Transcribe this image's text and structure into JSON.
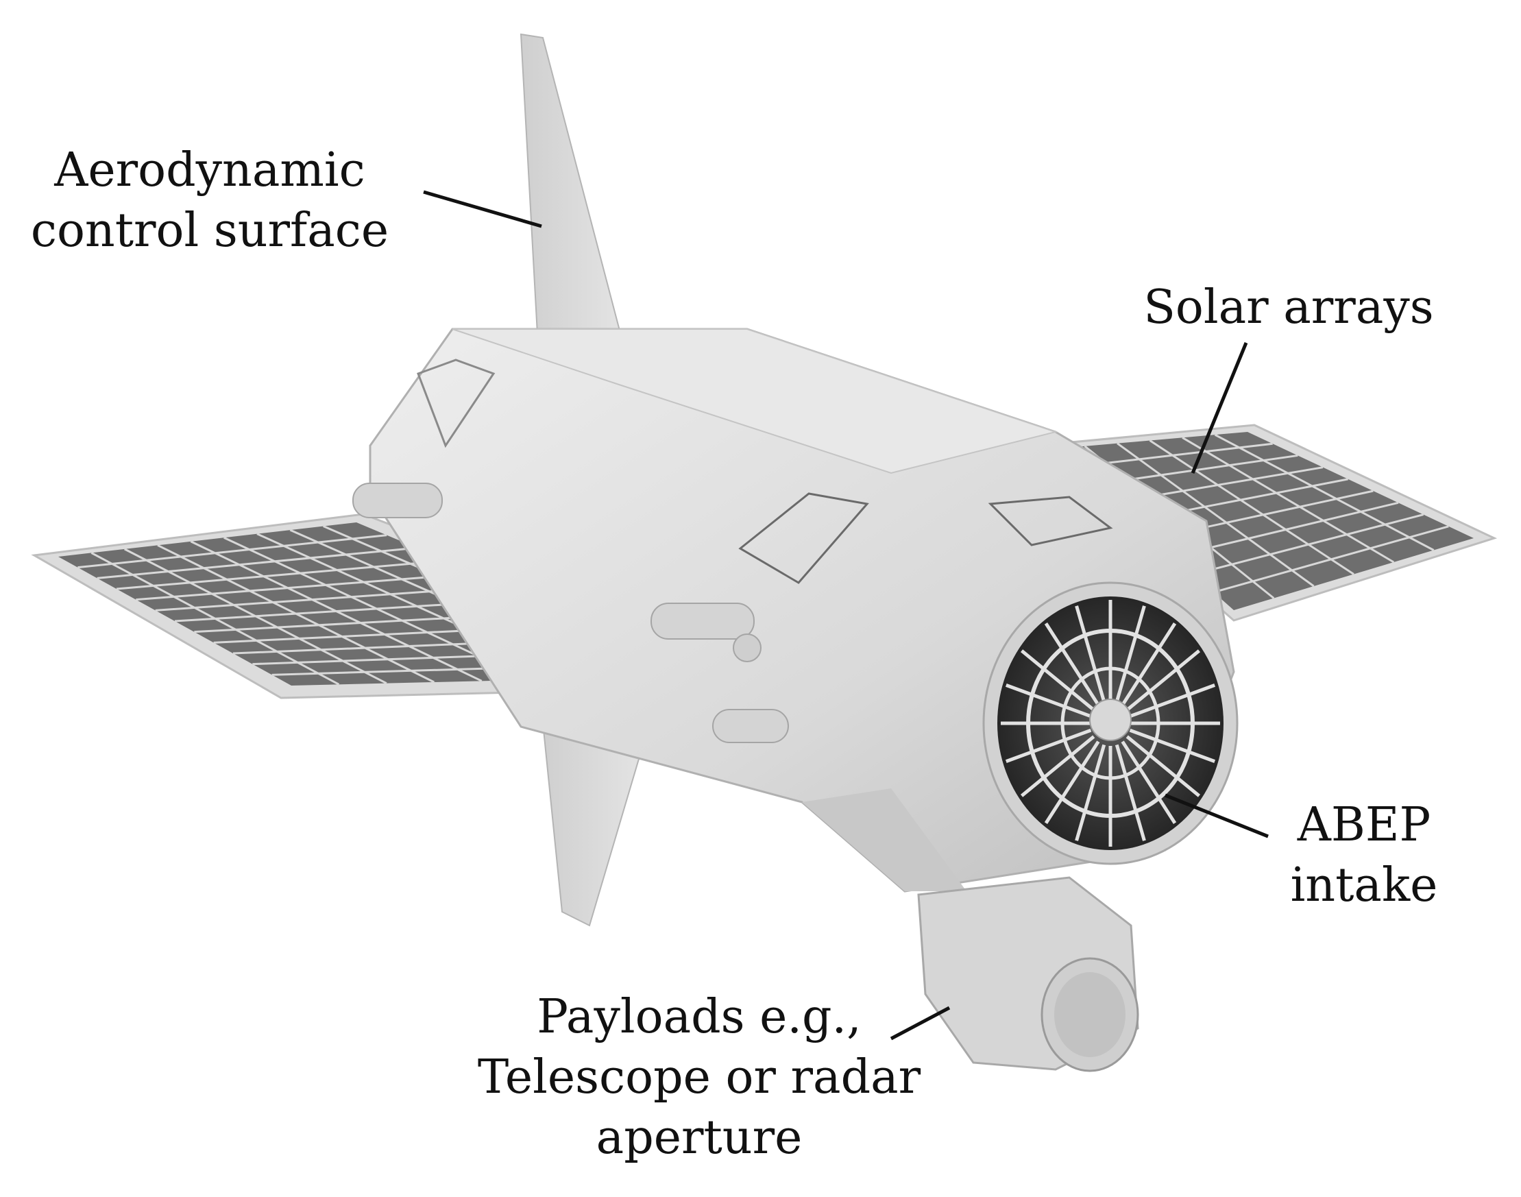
{
  "labels": {
    "aero": {
      "line1": "Aerodynamic",
      "line2": "control surface"
    },
    "solar": {
      "line1": "Solar arrays"
    },
    "abep": {
      "line1": "ABEP",
      "line2": "intake"
    },
    "payload": {
      "line1": "Payloads e.g.,",
      "line2": "Telescope or radar",
      "line3": "aperture"
    }
  },
  "colors": {
    "body_light": "#e6e6e6",
    "body_mid": "#cfcfcf",
    "body_dark": "#a8a8a8",
    "panel_cell": "#6f6f6f",
    "panel_frame": "#dedede",
    "leader": "#111111",
    "intake_dark": "#3a3a3a"
  }
}
